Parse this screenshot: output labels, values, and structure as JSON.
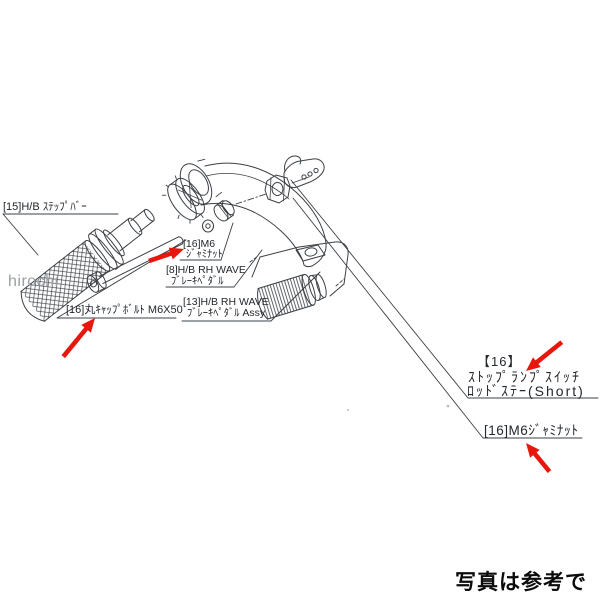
{
  "diagram": {
    "watermark": "hirochi",
    "reference_note": "写真は参考です",
    "callouts": [
      {
        "id": "step-bar",
        "lines": [
          "[15]H/B ｽﾃｯﾌﾟﾊﾞｰ"
        ]
      },
      {
        "id": "cap-bolt",
        "lines": [
          "[16]丸ｷｬｯﾌﾟﾎﾞﾙﾄ M6X50"
        ]
      },
      {
        "id": "jam-nut-left",
        "lines": [
          "[16]M6",
          "ｼﾞｬﾐﾅｯﾄ"
        ]
      },
      {
        "id": "brake-pedal",
        "lines": [
          "[8]H/B RH WAVE",
          "ﾌﾞﾚｰｷﾍﾟﾀﾞﾙ"
        ]
      },
      {
        "id": "brake-pedal-assy",
        "lines": [
          "[13]H/B RH WAVE",
          "ﾌﾞﾚｰｷﾍﾟﾀﾞﾙ Assy"
        ]
      },
      {
        "id": "stop-lamp-switch-rod-stay",
        "lines": [
          "【16】",
          "ｽﾄｯﾌﾟﾗﾝﾌﾟｽｲｯﾁ",
          "ﾛｯﾄﾞｽﾃｰ(Short)"
        ]
      },
      {
        "id": "jam-nut-right",
        "lines": [
          "[16]M6ｼﾞｬﾐﾅｯﾄ"
        ]
      }
    ],
    "colors": {
      "background": "#ffffff",
      "line_art": "#3b4045",
      "label_text": "#23282d",
      "arrow_red": "#e8170e",
      "watermark_gray": "#9aa0a5",
      "note_text": "#0c0c0c"
    }
  }
}
